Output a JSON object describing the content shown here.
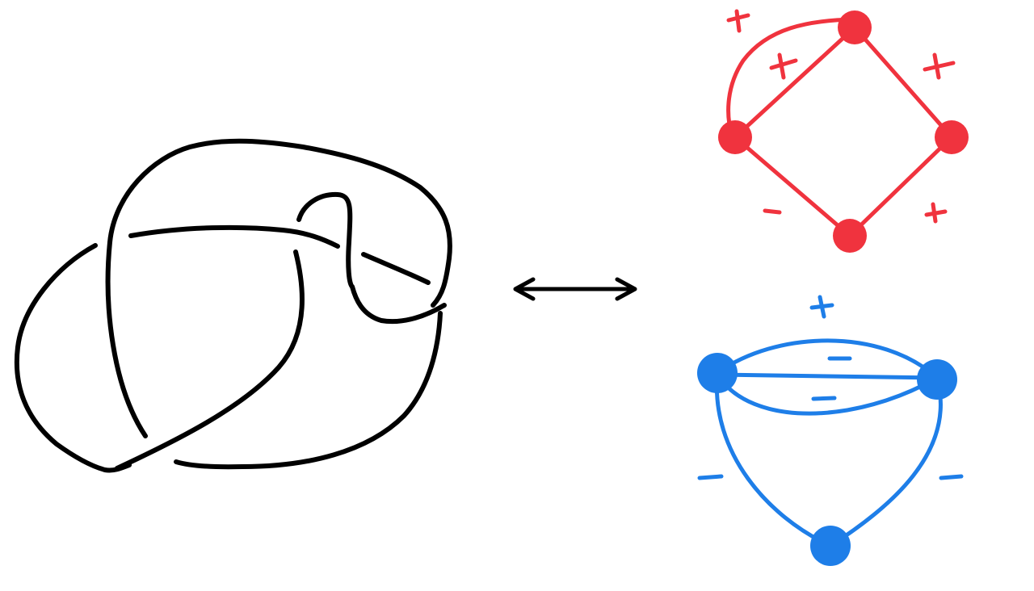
{
  "colors": {
    "knot": "#000000",
    "arrow": "#000000",
    "graph_positive": "#F0333E",
    "graph_negative": "#1E7EE8"
  },
  "arrow": {
    "direction": "bidirectional"
  },
  "red_graph": {
    "vertices": [
      "top",
      "left",
      "right",
      "bottom"
    ],
    "edges": [
      {
        "from": "top",
        "to": "left",
        "kind": "arc",
        "sign": "+"
      },
      {
        "from": "top",
        "to": "left",
        "kind": "straight",
        "sign": "+"
      },
      {
        "from": "top",
        "to": "right",
        "kind": "straight",
        "sign": "+"
      },
      {
        "from": "right",
        "to": "bottom",
        "kind": "straight",
        "sign": "+"
      },
      {
        "from": "left",
        "to": "bottom",
        "kind": "straight",
        "sign": "-"
      }
    ]
  },
  "blue_graph": {
    "vertices": [
      "left",
      "right",
      "bottom"
    ],
    "edges": [
      {
        "from": "left",
        "to": "right",
        "kind": "upper-arc",
        "sign": "+"
      },
      {
        "from": "left",
        "to": "right",
        "kind": "straight",
        "sign": "-"
      },
      {
        "from": "left",
        "to": "right",
        "kind": "lower-arc",
        "sign": "-"
      },
      {
        "from": "left",
        "to": "bottom",
        "kind": "arc",
        "sign": "-"
      },
      {
        "from": "right",
        "to": "bottom",
        "kind": "arc",
        "sign": "-"
      }
    ]
  }
}
